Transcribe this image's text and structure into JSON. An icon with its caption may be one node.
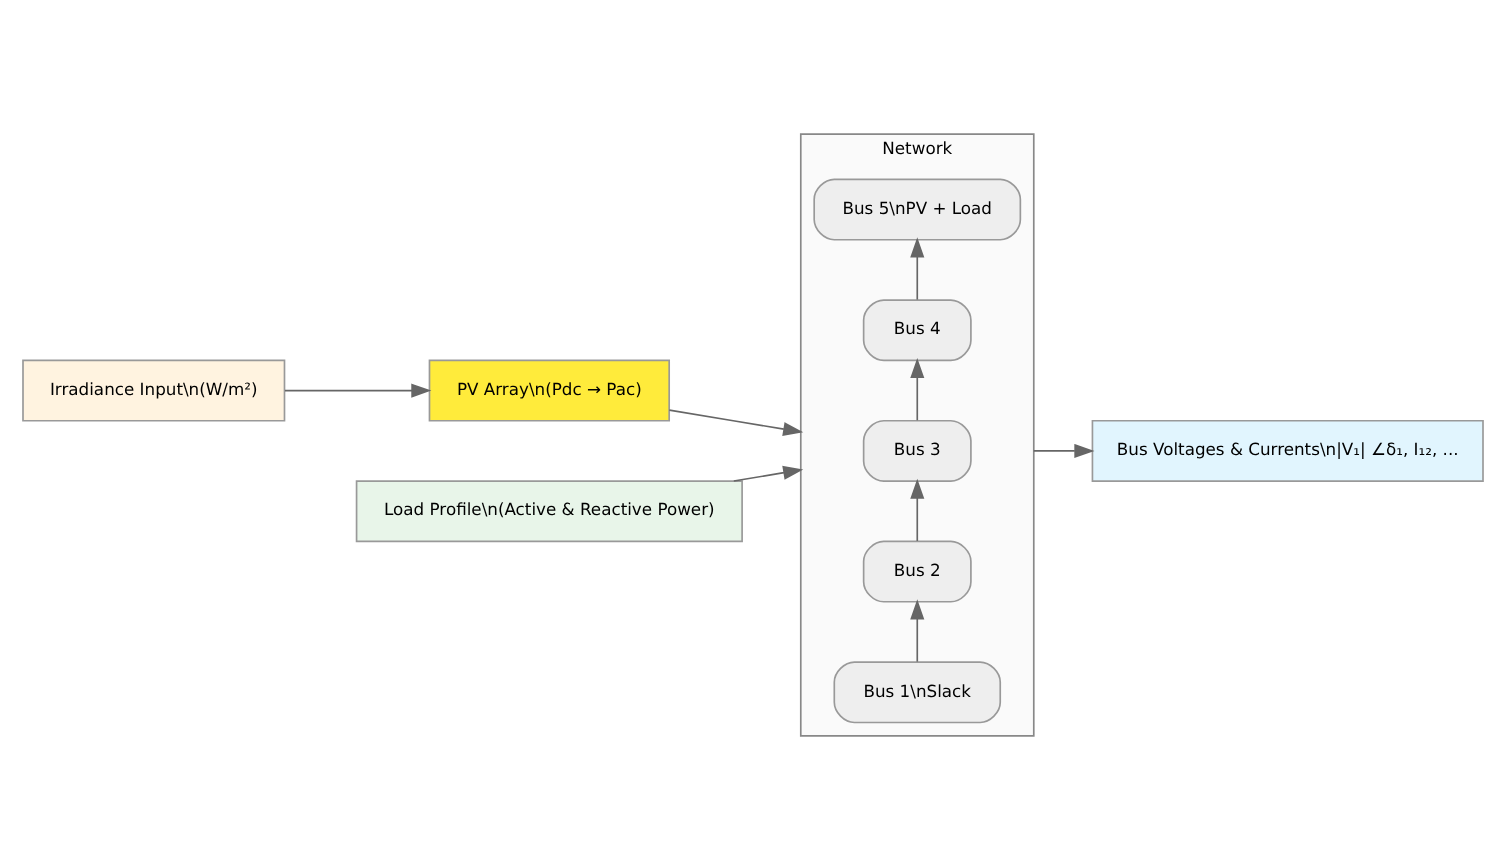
{
  "diagram": {
    "nodes": [
      {
        "text": [
          "Irradiance Input\\n(W/m²)"
        ]
      },
      {
        "text": [
          "PV Array\\n(Pdc → Pac)"
        ]
      },
      {
        "text": [
          "Load Profile\\n(Active & Reactive Power)"
        ]
      },
      {
        "text": [
          "Network"
        ]
      },
      {
        "text": [
          "Bus 1\\nSlack"
        ],
        "in": 3
      },
      {
        "text": [
          "Bus 2"
        ],
        "in": 3
      },
      {
        "text": [
          "Bus 3"
        ],
        "in": 3
      },
      {
        "text": [
          "Bus 4"
        ],
        "in": 3
      },
      {
        "text": [
          "Bus 5\\nPV + Load"
        ],
        "in": 3
      },
      {
        "text": [
          "Bus Voltages & Currents\\n|V₁| ∠δ₁, I₁₂, ..."
        ]
      }
    ],
    "edges": [
      {
        "from": 0,
        "to": 1,
        "arrow": "to"
      },
      {
        "from": 2,
        "to": 3,
        "arrow": "to"
      },
      {
        "from": 1,
        "to": 3,
        "arrow": "to"
      },
      {
        "from": 4,
        "to": 5,
        "arrow": "to"
      },
      {
        "from": 5,
        "to": 6,
        "arrow": "to"
      },
      {
        "from": 6,
        "to": 7,
        "arrow": "to"
      },
      {
        "from": 7,
        "to": 8,
        "arrow": "to"
      },
      {
        "from": 3,
        "to": 9,
        "arrow": "to"
      }
    ]
  }
}
